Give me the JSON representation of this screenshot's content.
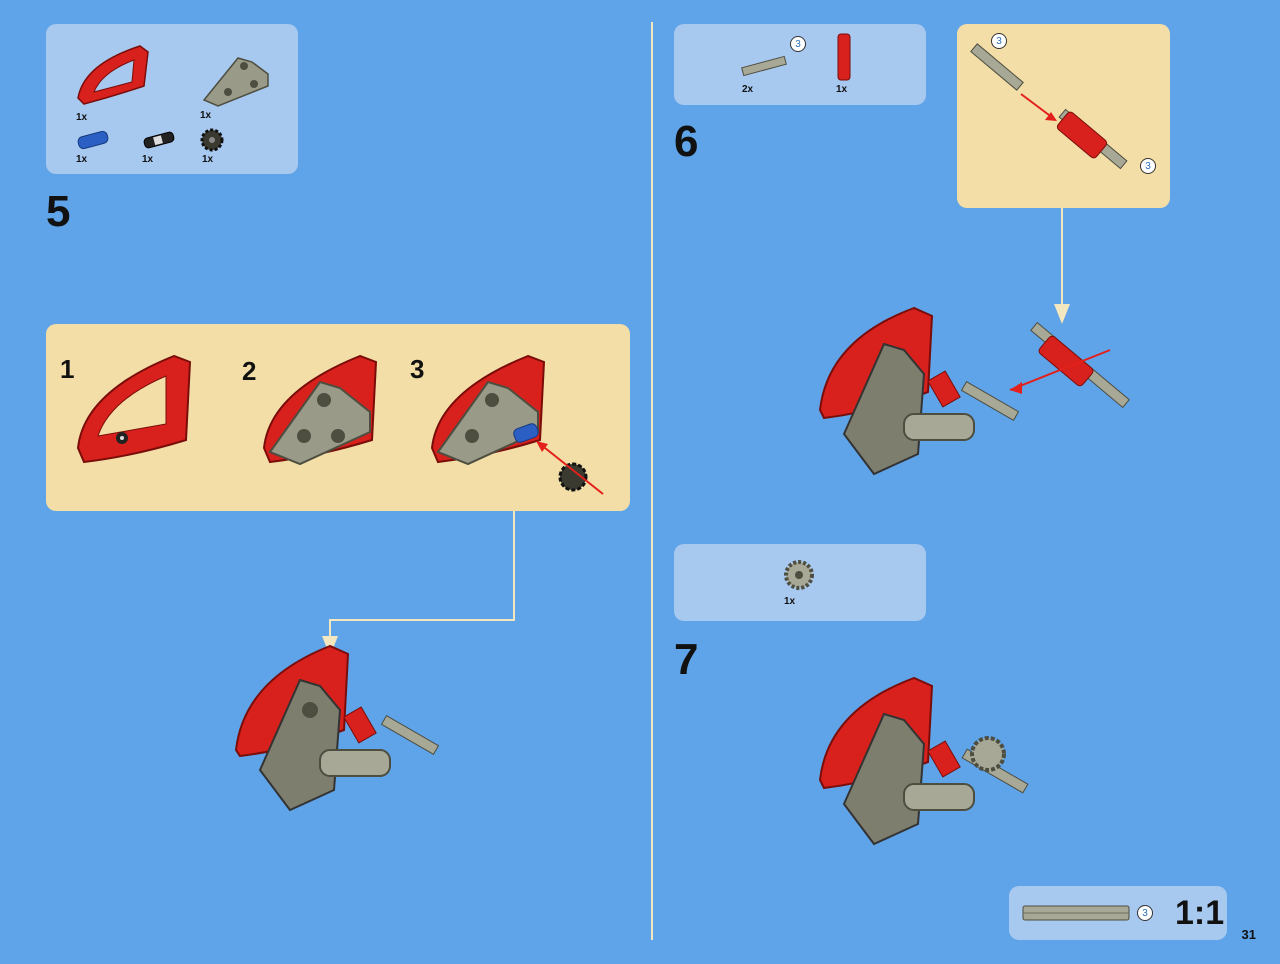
{
  "step5": {
    "number": "5",
    "parts": [
      {
        "name": "red curved liftarm",
        "qty": "1x"
      },
      {
        "name": "grey angled liftarm",
        "qty": "1x"
      },
      {
        "name": "blue axle pin",
        "qty": "1x"
      },
      {
        "name": "black friction pin",
        "qty": "1x"
      },
      {
        "name": "dark grey gear",
        "qty": "1x"
      }
    ],
    "substeps": [
      "1",
      "2",
      "3"
    ]
  },
  "step6": {
    "number": "6",
    "parts": [
      {
        "name": "axle",
        "qty": "2x",
        "length": "3"
      },
      {
        "name": "red axle connector",
        "qty": "1x"
      }
    ],
    "callout_badges": [
      "3",
      "3"
    ]
  },
  "step7": {
    "number": "7",
    "parts": [
      {
        "name": "tan gear",
        "qty": "1x"
      }
    ]
  },
  "scale": {
    "label": "1:1",
    "axle_length": "3"
  },
  "page_number": "31",
  "colors": {
    "background": "#5fa3e8",
    "parts_panel": "#a7c8ef",
    "subassembly": "#f2dea6",
    "brick_red": "#d8211c",
    "brick_grey": "#9a9a88"
  }
}
